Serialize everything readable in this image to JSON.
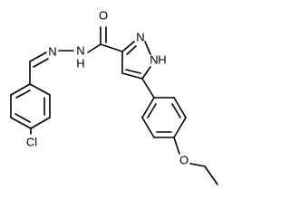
{
  "molecule": {
    "atom_labels": {
      "carbonyl_oxygen": "O",
      "hydrazone_n1": "N",
      "hydrazone_n2": "N",
      "amide_h": "H",
      "pyrazole_n2": "N",
      "pyrazole_n1h": "N",
      "pyrazole_n1h_h": "H",
      "chlorine": "Cl",
      "ether_oxygen": "O"
    }
  }
}
